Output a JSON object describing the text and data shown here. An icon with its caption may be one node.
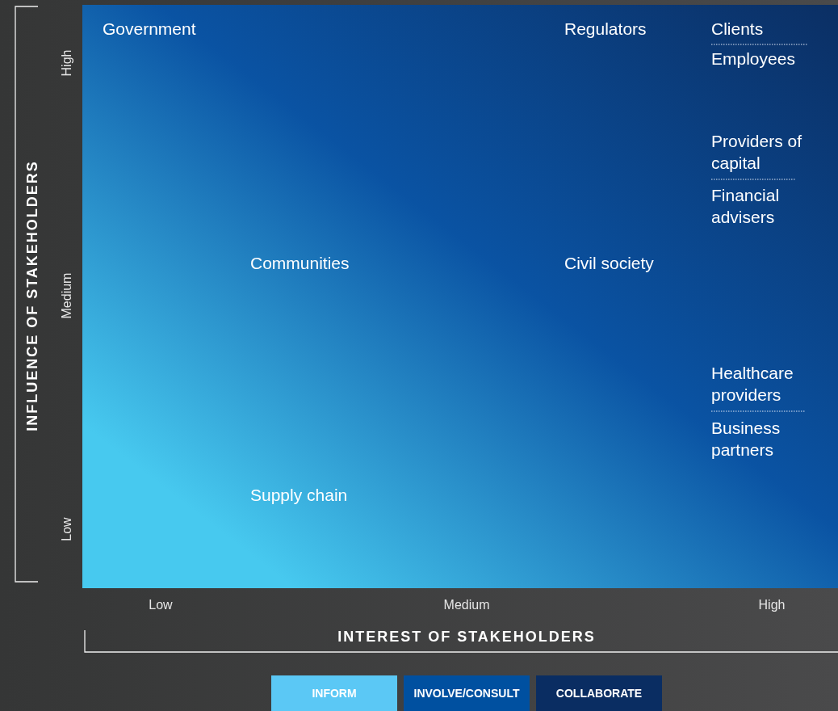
{
  "diagram": {
    "labels": [
      "INFLUENCE OF STAKEHOLDERS",
      "High",
      "Medium",
      "Low",
      "Government",
      "Regulators",
      "Clients",
      "Employees",
      "Providers of capital",
      "Financial advisers",
      "Communities",
      "Civil society",
      "Healthcare providers",
      "Business partners",
      "Supply chain",
      "Low",
      "Medium",
      "High",
      "INTEREST OF STAKEHOLDERS"
    ],
    "legend": [
      {
        "text": "INFORM",
        "color": "#5bc8f5"
      },
      {
        "text": "INVOLVE/CONSULT",
        "color": "#0050a0"
      },
      {
        "text": "COLLABORATE",
        "color": "#0a2d62"
      }
    ]
  }
}
